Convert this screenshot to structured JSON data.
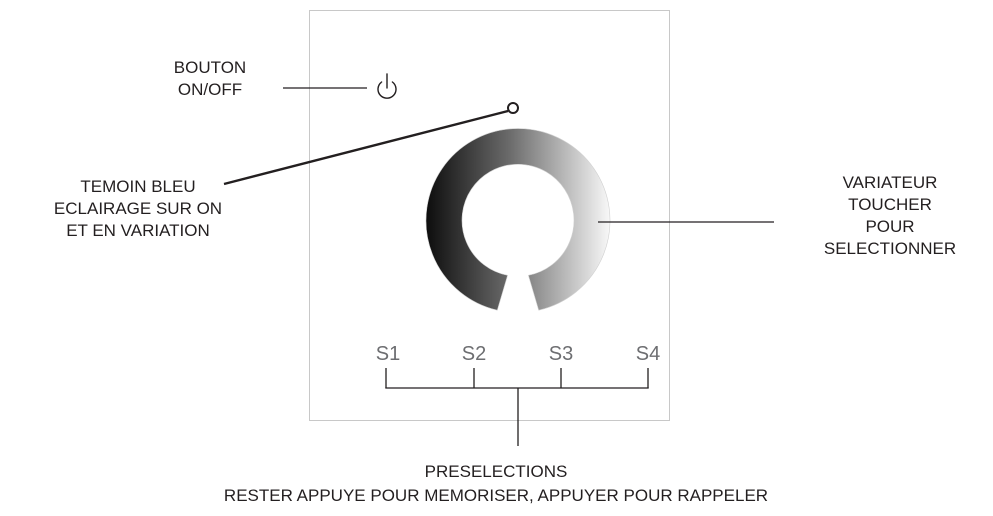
{
  "callouts": {
    "power": {
      "lines": [
        "BOUTON",
        "ON/OFF"
      ]
    },
    "led": {
      "lines": [
        "TEMOIN BLEU",
        "ECLAIRAGE SUR ON",
        "ET EN VARIATION"
      ]
    },
    "dimmer": {
      "lines": [
        "VARIATEUR",
        "TOUCHER",
        "POUR",
        "SELECTIONNER"
      ]
    },
    "presets": {
      "lines": [
        "PRESELECTIONS",
        "RESTER APPUYE POUR MEMORISER, APPUYER POUR RAPPELER"
      ]
    }
  },
  "panel": {
    "power_icon": "power-icon",
    "presets": [
      "S1",
      "S2",
      "S3",
      "S4"
    ]
  },
  "colors": {
    "text": "#231f20",
    "panel_border": "#c8c8c8",
    "wheel_dark": "#0d0d0d",
    "wheel_light": "#f8f8f8",
    "preset_text": "#6d6e71"
  }
}
